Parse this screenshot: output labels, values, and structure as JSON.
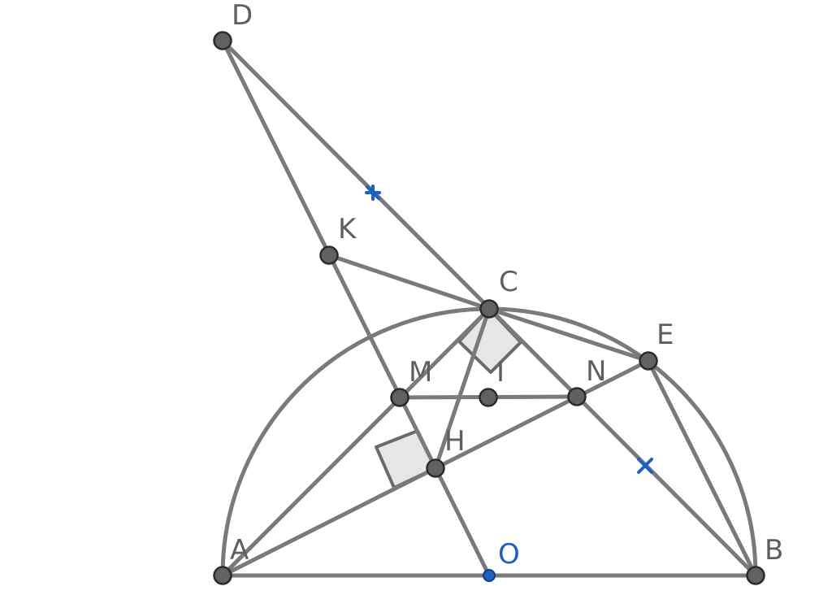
{
  "labels": {
    "D": "D",
    "K": "K",
    "C": "C",
    "E": "E",
    "M": "M",
    "I": "I",
    "N": "N",
    "H": "H",
    "A": "A",
    "O": "O",
    "B": "B"
  },
  "colors": {
    "line": "#7a7a7a",
    "point": "#616161",
    "label": "#5f5f5f",
    "accent": "#1f5fbf",
    "rightangle_fill": "#e6e6e6"
  }
}
